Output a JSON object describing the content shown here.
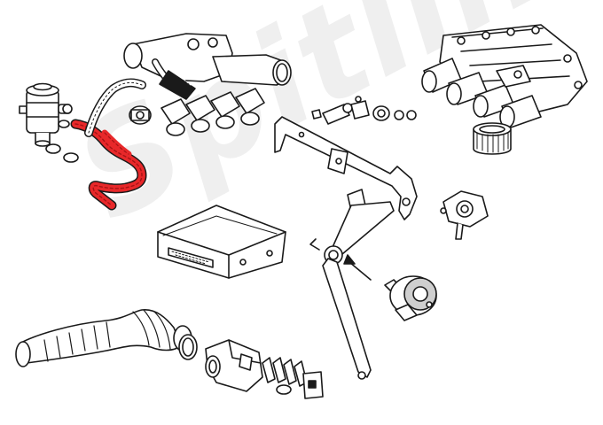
{
  "watermark": {
    "text": "Spitline.com"
  },
  "colors": {
    "line": "#1a1a1a",
    "part_fill": "#ffffff",
    "highlight": "#e8282a",
    "highlight_dark": "#a51415",
    "shade": "#cfcfcf",
    "watermark": "#eeeeee"
  },
  "parts": [
    {
      "name": "vacuum-canister",
      "icon": "canister-icon"
    },
    {
      "name": "highlighted-vacuum-hose",
      "icon": "hose-icon"
    },
    {
      "name": "throttle-body",
      "icon": "throttle-icon"
    },
    {
      "name": "intake-manifold",
      "icon": "manifold-icon"
    },
    {
      "name": "air-filter-element",
      "icon": "filter-icon"
    },
    {
      "name": "support-bracket",
      "icon": "bracket-icon"
    },
    {
      "name": "pressure-regulator",
      "icon": "regulator-icon"
    },
    {
      "name": "ecu-module",
      "icon": "ecu-icon"
    },
    {
      "name": "rubber-mount",
      "icon": "mount-icon"
    },
    {
      "name": "air-intake-duct",
      "icon": "duct-icon"
    },
    {
      "name": "air-flow-meter",
      "icon": "meter-icon"
    }
  ]
}
